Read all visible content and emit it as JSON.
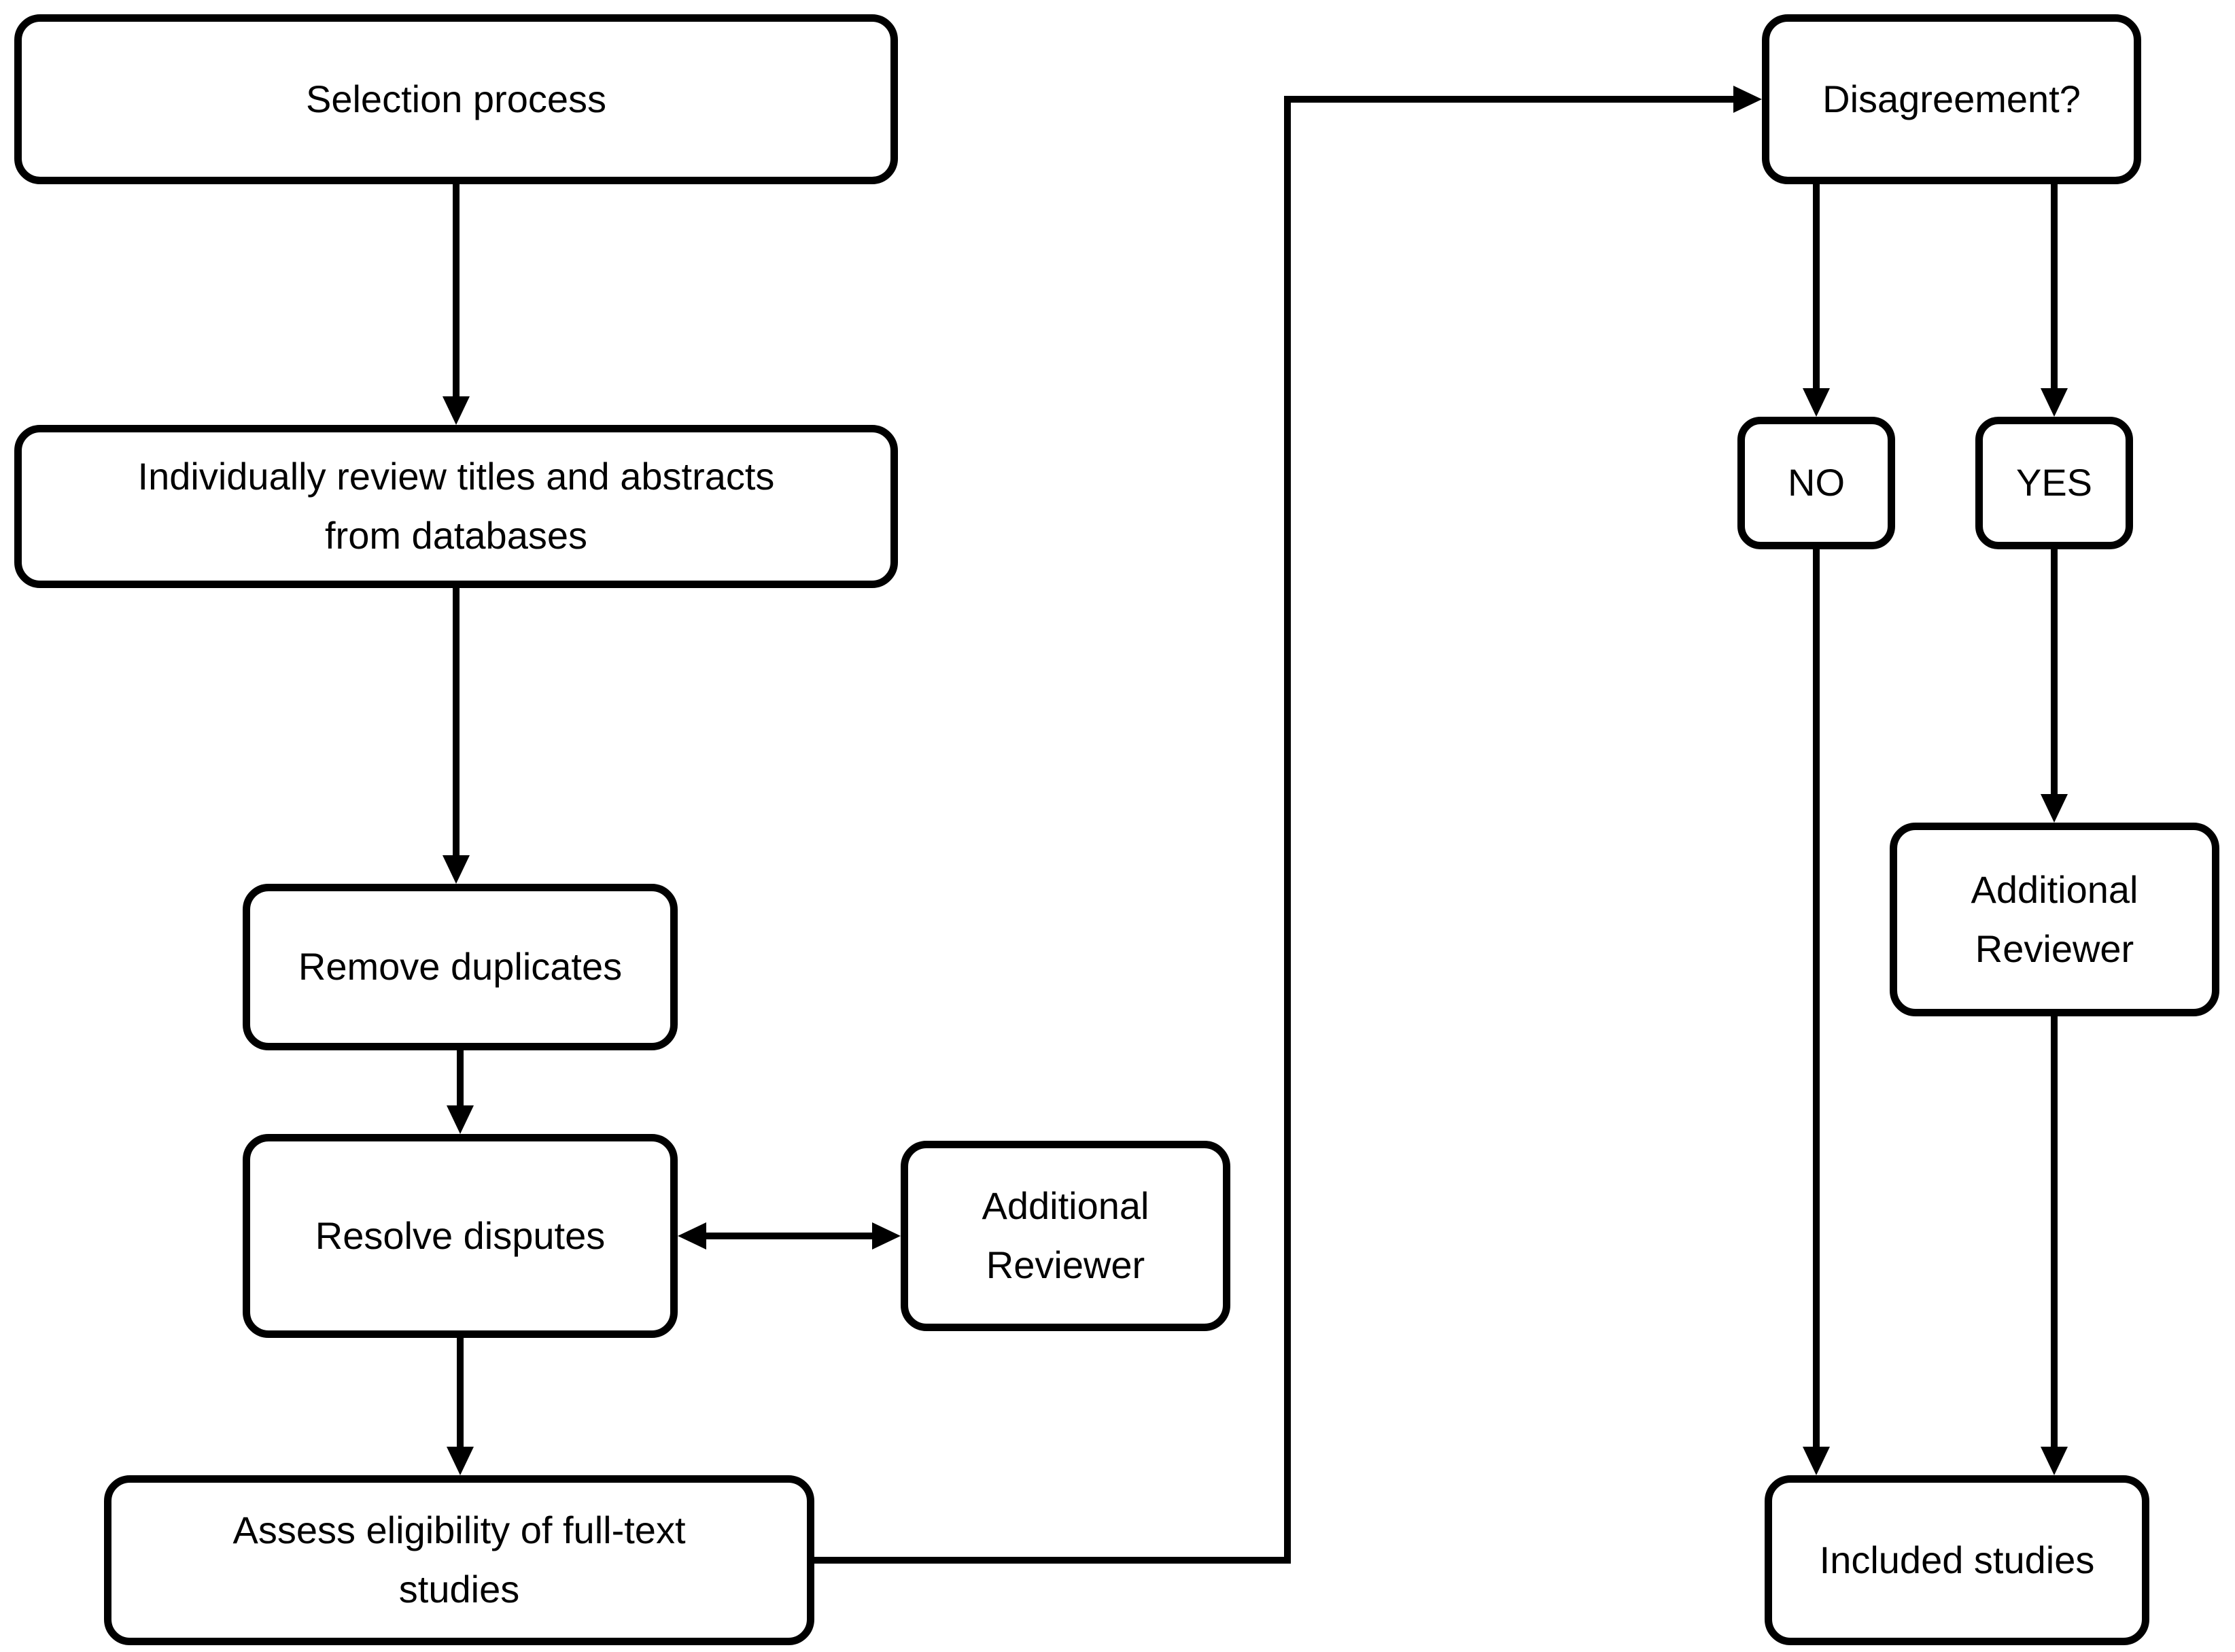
{
  "diagram": {
    "type": "flowchart",
    "colors": {
      "background": "#ffffff",
      "node_fill": "#ffffff",
      "node_border": "#000000",
      "text": "#000000",
      "line": "#000000"
    },
    "nodes": {
      "selection_process": {
        "label": "Selection process"
      },
      "review_titles": {
        "label": "Individually review titles and abstracts from databases",
        "lines": [
          "Individually review titles and abstracts",
          "from databases"
        ]
      },
      "remove_duplicates": {
        "label": "Remove duplicates"
      },
      "resolve_disputes": {
        "label": "Resolve disputes"
      },
      "additional_reviewer_left": {
        "label": "Additional Reviewer",
        "lines": [
          "Additional",
          "Reviewer"
        ]
      },
      "assess_eligibility": {
        "label": "Assess eligibility of full-text studies",
        "lines": [
          "Assess eligibility of full-text",
          "studies"
        ]
      },
      "disagreement": {
        "label": "Disagreement?"
      },
      "no": {
        "label": "NO"
      },
      "yes": {
        "label": "YES"
      },
      "additional_reviewer_right": {
        "label": "Additional Reviewer",
        "lines": [
          "Additional",
          "Reviewer"
        ]
      },
      "included_studies": {
        "label": "Included studies"
      }
    },
    "edges": [
      {
        "from": "selection_process",
        "to": "review_titles",
        "style": "arrow"
      },
      {
        "from": "review_titles",
        "to": "remove_duplicates",
        "style": "arrow"
      },
      {
        "from": "remove_duplicates",
        "to": "resolve_disputes",
        "style": "arrow"
      },
      {
        "from": "resolve_disputes",
        "to": "additional_reviewer_left",
        "style": "double_arrow"
      },
      {
        "from": "resolve_disputes",
        "to": "assess_eligibility",
        "style": "arrow"
      },
      {
        "from": "assess_eligibility",
        "to": "disagreement",
        "style": "arrow"
      },
      {
        "from": "disagreement",
        "to": "no",
        "style": "arrow"
      },
      {
        "from": "disagreement",
        "to": "yes",
        "style": "arrow"
      },
      {
        "from": "yes",
        "to": "additional_reviewer_right",
        "style": "arrow"
      },
      {
        "from": "no",
        "to": "included_studies",
        "style": "arrow"
      },
      {
        "from": "additional_reviewer_right",
        "to": "included_studies",
        "style": "arrow"
      }
    ]
  }
}
